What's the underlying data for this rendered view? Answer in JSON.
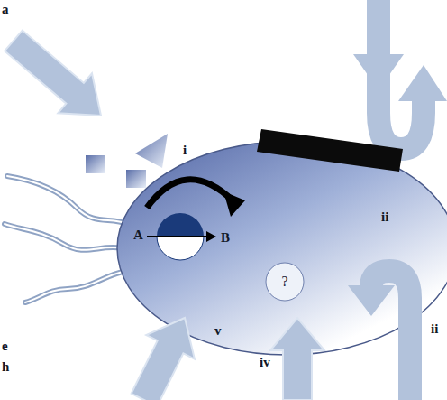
{
  "diagram": {
    "nodes": [
      {
        "text": [
          "?"
        ]
      }
    ],
    "labels": [
      "a",
      "i",
      "ii",
      "ii",
      "iv",
      "v",
      "A",
      "B",
      "e",
      "h"
    ]
  }
}
